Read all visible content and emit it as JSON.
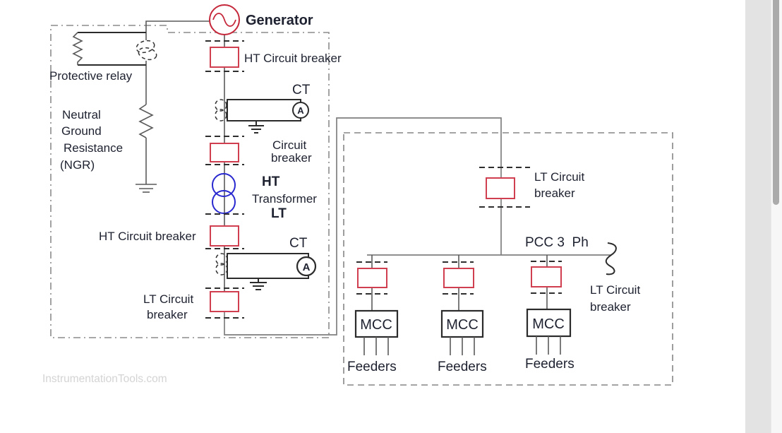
{
  "watermark": "InstrumentationTools.com",
  "left": {
    "generator_label": "Generator",
    "ht_breaker_top_label": "HT Circuit breaker",
    "ct_top_label": "CT",
    "protective_relay_label": "Protective relay",
    "ngr": {
      "l1": "Neutral",
      "l2": "Ground",
      "l3": "Resistance",
      "l4": "(NGR)"
    },
    "circuit_breaker": {
      "l1": "Circuit",
      "l2": "breaker"
    },
    "transformer": {
      "ht": "HT",
      "name": "Transformer",
      "lt": "LT"
    },
    "ht_breaker_bottom_label": "HT Circuit breaker",
    "ct_bottom_label": "CT",
    "lt_breaker": {
      "l1": "LT Circuit",
      "l2": "breaker"
    },
    "ammeters": [
      "A",
      "A"
    ]
  },
  "right": {
    "lt_breaker_top": {
      "l1": "LT Circuit",
      "l2": "breaker"
    },
    "pcc_label": "PCC 3  Ph",
    "lt_breaker_right": {
      "l1": "LT Circuit",
      "l2": "breaker"
    },
    "mcc_units": [
      {
        "label": "MCC",
        "feeders_label": "Feeders"
      },
      {
        "label": "MCC",
        "feeders_label": "Feeders"
      },
      {
        "label": "MCC",
        "feeders_label": "Feeders"
      }
    ]
  },
  "colors": {
    "breaker_red": "#cf3f4f",
    "generator_red": "#c5273a",
    "transformer_blue": "#2929cf",
    "wire_gray": "#7f7f7f",
    "text_dark": "#1e2230",
    "scroll_band": "#e3e3e3"
  }
}
